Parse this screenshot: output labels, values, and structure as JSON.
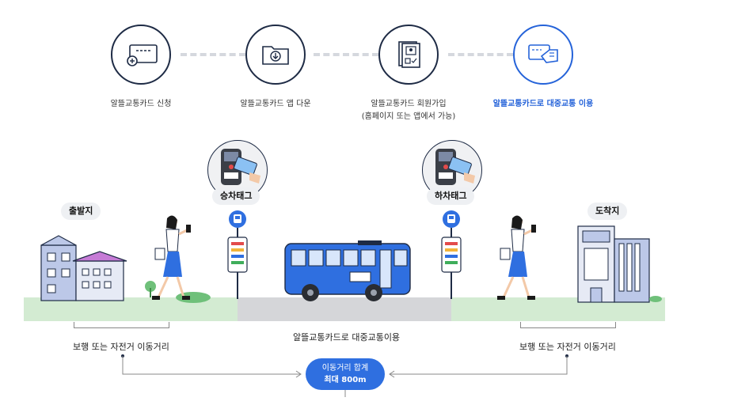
{
  "steps": [
    {
      "label": "알뜰교통카드 신청",
      "icon": "card-add-icon"
    },
    {
      "label": "알뜰교통카드 앱 다운",
      "icon": "folder-download-icon"
    },
    {
      "label": "알뜰교통카드 회원가입",
      "sublabel": "(홈페이지 또는 앱에서 가능)",
      "icon": "membership-document-icon"
    },
    {
      "label": "알뜰교통카드로 대중교통 이용",
      "icon": "card-hand-icon",
      "active": true
    }
  ],
  "tags": {
    "boarding": "승차태그",
    "alighting": "하차태그",
    "origin": "출발지",
    "destination": "도착지"
  },
  "bottom": {
    "walk_left": "보행 또는 자전거 이동거리",
    "transit": "알뜰교통카드로 대중교통이용",
    "walk_right": "보행 또는 자전거 이동거리",
    "sum_line1": "이동거리 합계",
    "sum_line2": "최대 800m"
  },
  "colors": {
    "navy": "#1e2b45",
    "accent": "#2563d9",
    "bus": "#2f6fe0",
    "grass": "#d3ebd2",
    "road": "#d5d6d9"
  }
}
